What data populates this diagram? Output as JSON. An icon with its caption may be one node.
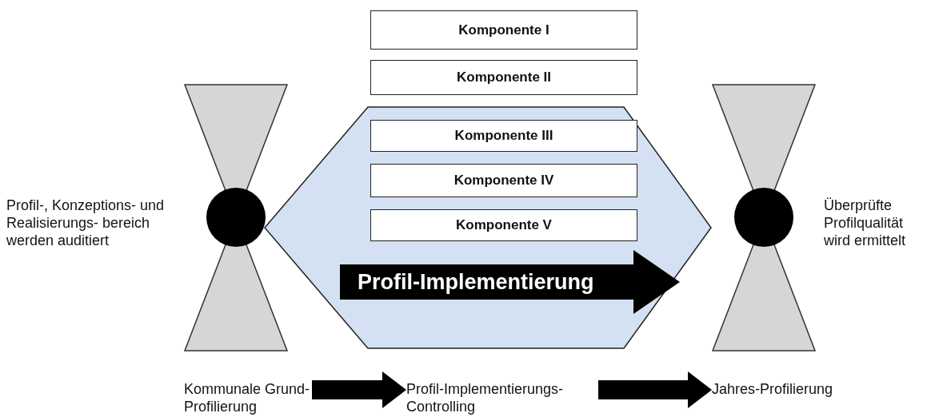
{
  "diagram": {
    "nodes": [
      {
        "text": [
          "Komponente I"
        ]
      },
      {
        "text": [
          "Komponente II"
        ]
      },
      {
        "text": [],
        "shape": "hourglass"
      },
      {
        "text": [],
        "shape": "circle",
        "in": 2
      },
      {
        "text": [],
        "shape": "hexagon"
      },
      {
        "text": [
          "Komponente III"
        ],
        "in": 4
      },
      {
        "text": [
          "Komponente IV"
        ],
        "in": 4
      },
      {
        "text": [
          "Komponente V"
        ],
        "in": 4
      },
      {
        "text": [
          "Profil-Implementierung"
        ],
        "in": 4
      },
      {
        "text": [],
        "shape": "hourglass"
      },
      {
        "text": [],
        "shape": "circle",
        "in": 9
      },
      {
        "text": [
          "Kommunale Grund-Profilierung"
        ]
      },
      {
        "text": [
          "Profil-Implementierungs-Controlling"
        ]
      },
      {
        "text": [
          "Jahres-Profilierung"
        ]
      }
    ],
    "edges": [
      {
        "from": 11,
        "to": 12,
        "arrow": "to"
      },
      {
        "from": 12,
        "to": 13,
        "arrow": "to"
      }
    ],
    "labels": [
      "Profil-, Konzeptions- und Realisierungs- bereich werden auditiert",
      "Überprüfte Profilqualität wird ermittelt"
    ]
  }
}
